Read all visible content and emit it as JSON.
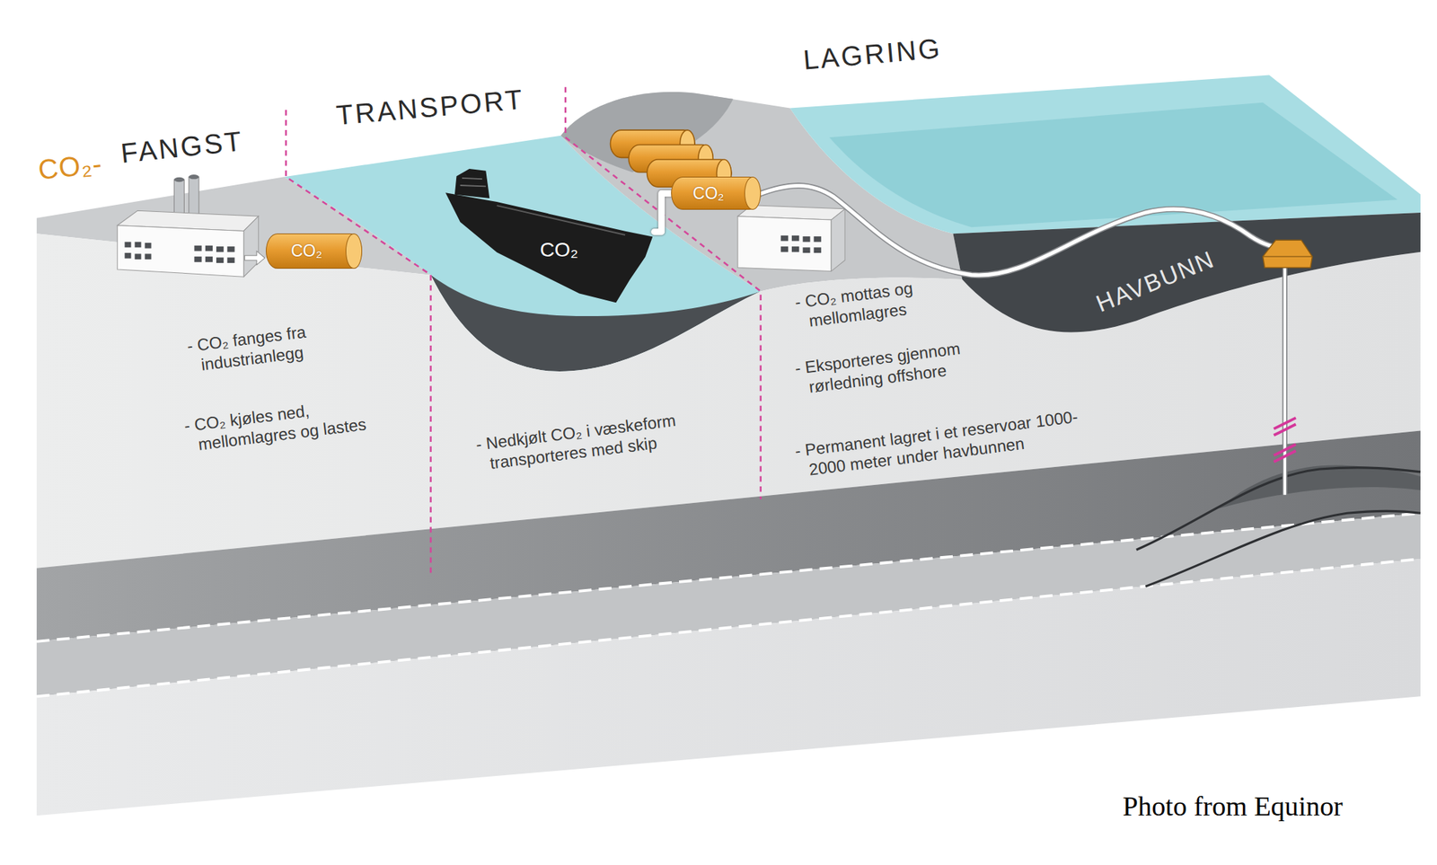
{
  "diagram": {
    "nodes": [
      {
        "text": [
          "CO₂"
        ]
      },
      {
        "text": [
          "CO₂"
        ]
      },
      {
        "text": [
          "CO₂"
        ]
      }
    ],
    "edges": [
      {
        "from": 1,
        "to": 2,
        "arrow": "none"
      }
    ],
    "labels": [
      "CO₂-",
      "FANGST",
      "TRANSPORT",
      "LAGRING",
      "- CO₂ fanges fra industrianlegg",
      "- CO₂ kjøles ned, mellomlagres og lastes",
      "- Nedkjølt CO₂ i væskeform transporteres med skip",
      "- CO₂ mottas og mellomlagres",
      "- Eksporteres gjennom rørledning offshore",
      "- Permanent lagret i et reservoar 1000-2000 meter under havbunnen",
      "HAVBUNN",
      "Photo from Equinor"
    ]
  }
}
